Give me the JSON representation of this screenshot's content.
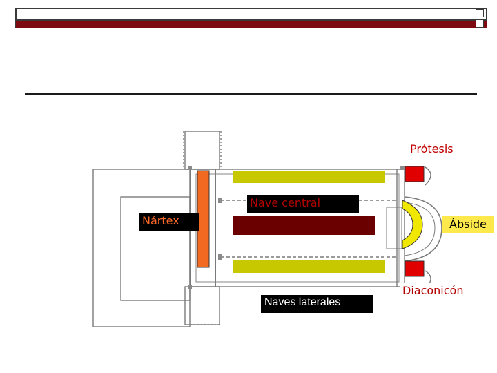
{
  "colors": {
    "title_bar": "#7d0a10",
    "nave_central": "#6b0000",
    "naves_laterales": "#c8c800",
    "nartex": "#f26a21",
    "abside": "#f0e800",
    "protesis_diaconicon": "#e00000"
  },
  "labels": {
    "protesis": "Prótesis",
    "nave_central": "Nave central",
    "nartex": "Nártex",
    "abside": "Ábside",
    "naves_laterales": "Naves laterales",
    "diaconicon": "Diaconicón"
  },
  "icons": [
    "church-floor-plan"
  ]
}
